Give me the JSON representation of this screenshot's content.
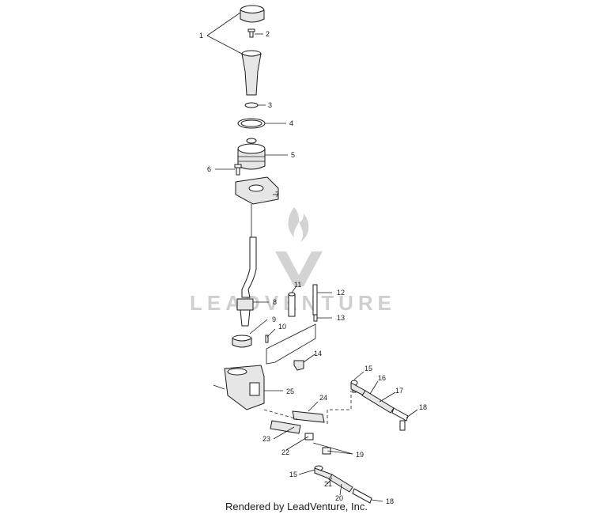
{
  "watermark": {
    "brand": "LEADVENTURE"
  },
  "footer": {
    "text": "Rendered by LeadVenture, Inc."
  },
  "callouts": [
    "1",
    "2",
    "3",
    "4",
    "5",
    "6",
    "7",
    "8",
    "9",
    "10",
    "11",
    "12",
    "13",
    "14",
    "15",
    "16",
    "17",
    "18",
    "19",
    "20",
    "21",
    "22",
    "23",
    "24",
    "25",
    "15",
    "18"
  ]
}
